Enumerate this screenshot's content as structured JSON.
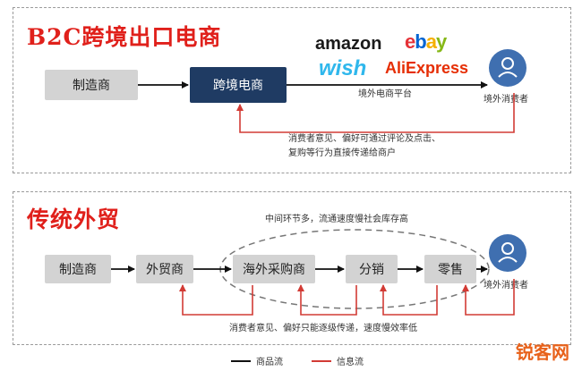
{
  "b2c": {
    "title": "B2C跨境出口电商",
    "manufacturer": "制造商",
    "cross_border": "跨境电商",
    "platform_label": "境外电商平台",
    "consumer": "境外消费者",
    "feedback": [
      "消费者意见、偏好可通过评论及点击、",
      "复购等行为直接传递给商户"
    ],
    "logos": {
      "amazon": "amazon",
      "ebay_e": "e",
      "ebay_b": "b",
      "ebay_a": "a",
      "ebay_y": "y",
      "wish": "wish",
      "aliexpress": "AliExpress"
    }
  },
  "traditional": {
    "title": "传统外贸",
    "manufacturer": "制造商",
    "trader": "外贸商",
    "overseas_buyer": "海外采购商",
    "distribution": "分销",
    "retail": "零售",
    "consumer": "境外消费者",
    "top_note": "中间环节多，流通速度慢社会库存高",
    "feedback": "消费者意见、偏好只能逐级传递，速度慢效率低"
  },
  "legend": {
    "goods": "商品流",
    "info": "信息流"
  },
  "watermark": "锐客网",
  "colors": {
    "red": "#e0201b",
    "navy": "#1f3b63",
    "blue": "#3f6fb0"
  }
}
